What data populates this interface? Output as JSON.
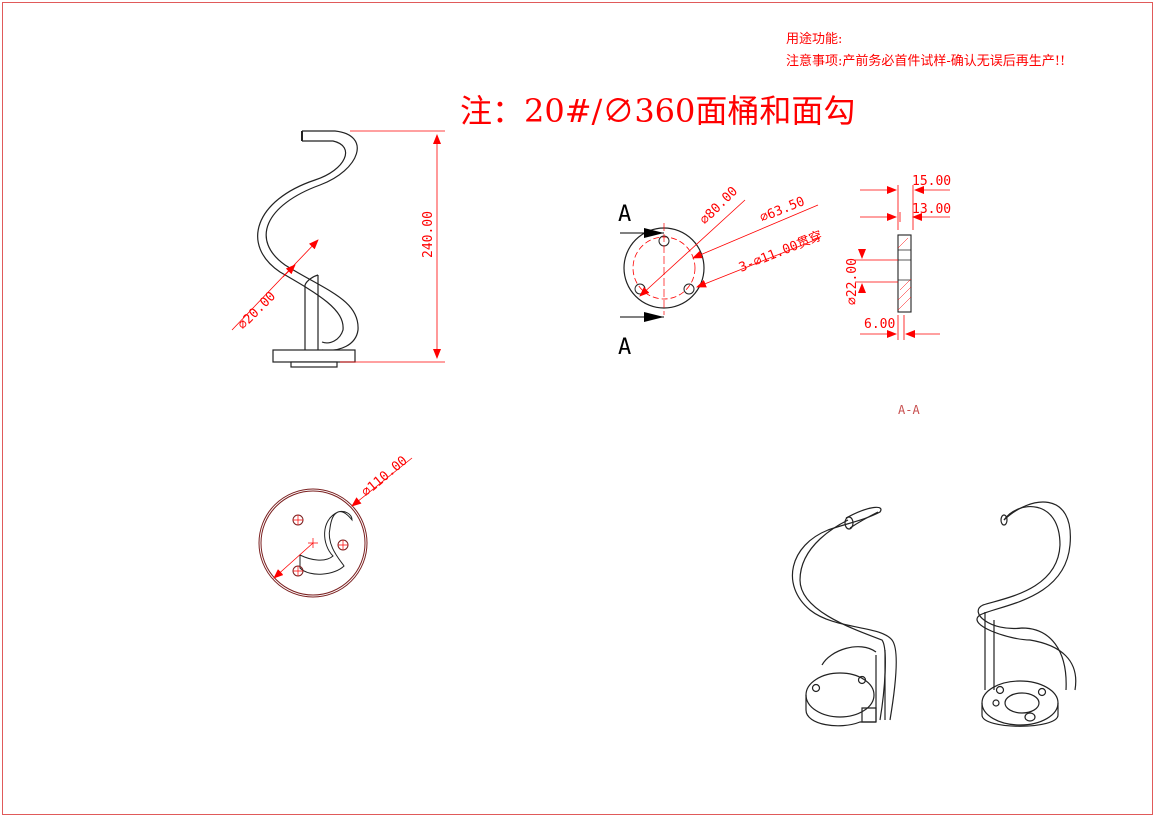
{
  "notes": {
    "usage_label": "用途功能:",
    "caution_label": "注意事项:产前务必首件试样-确认无误后再生产!!",
    "main_title": "注：20#/∅360面桶和面勾"
  },
  "dimensions": {
    "height": "240.00",
    "rod_dia": "∅20.00",
    "flange_dia": "∅80.00",
    "pcd": "∅63.50",
    "holes": "3-∅11.00贯穿",
    "thk_total": "15.00",
    "thk_13": "13.00",
    "bore_dia": "∅22.00",
    "thk_6": "6.00",
    "sweep_dia": "∅110.00"
  },
  "section": {
    "mark": "A",
    "label": "A-A"
  },
  "colors": {
    "dimension": "#ff0000",
    "outline": "#222222",
    "border": "#e05a5a"
  }
}
